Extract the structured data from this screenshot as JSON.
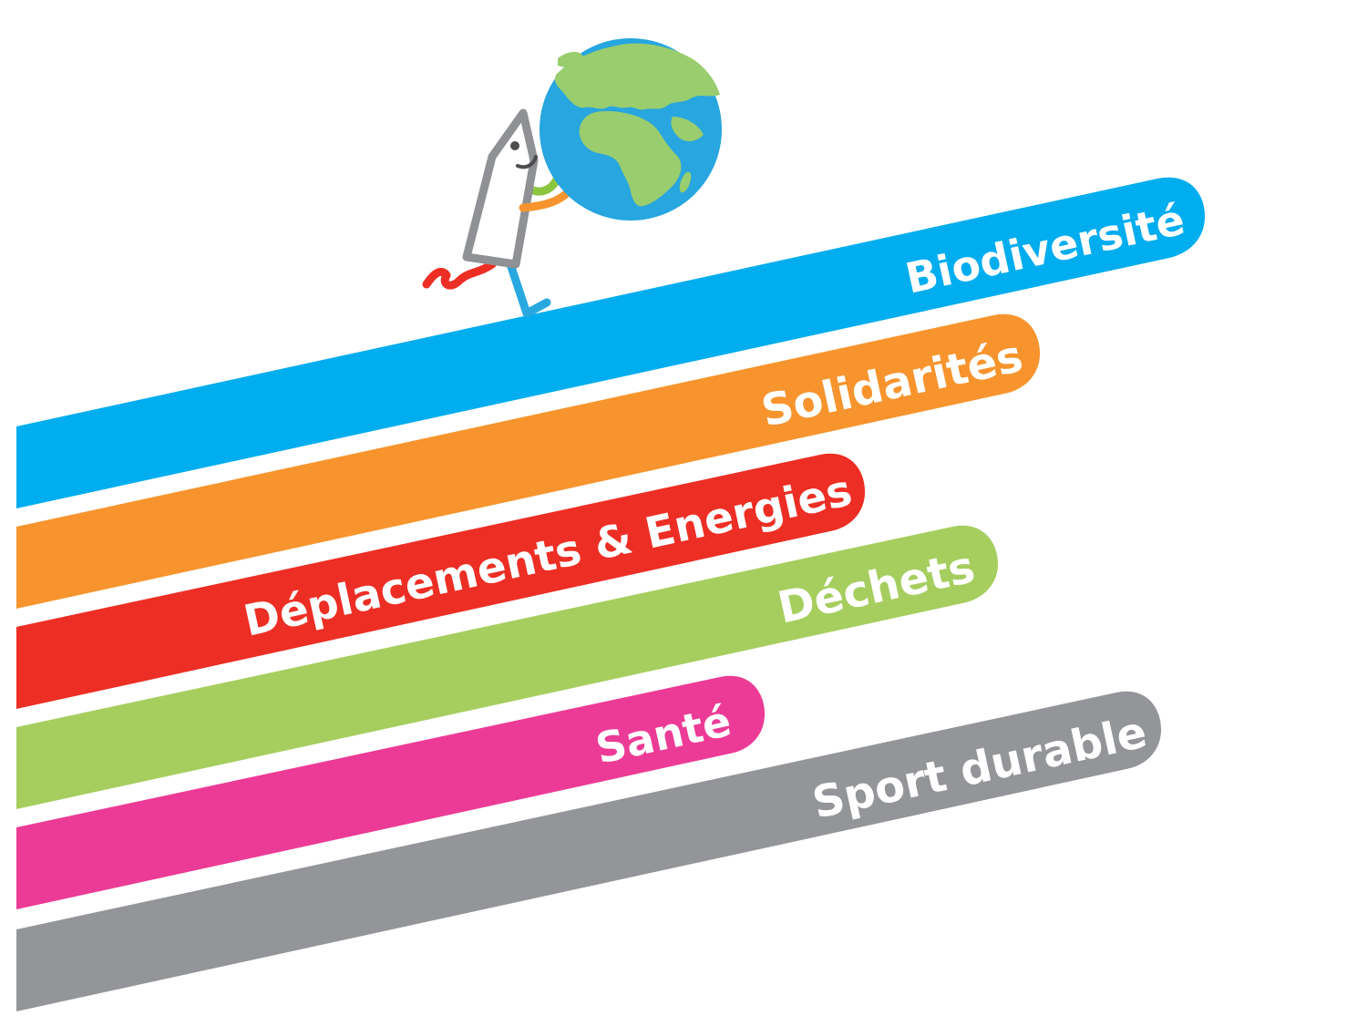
{
  "bands": [
    {
      "id": "biodiversite",
      "label": "Biodiversité",
      "color": "#00adef"
    },
    {
      "id": "solidarites",
      "label": "Solidarités",
      "color": "#f7942d"
    },
    {
      "id": "deplacements",
      "label": "Déplacements & Energies",
      "color": "#ed2e24"
    },
    {
      "id": "dechets",
      "label": "Déchets",
      "color": "#a6ce5f"
    },
    {
      "id": "sante",
      "label": "Santé",
      "color": "#ec3b96"
    },
    {
      "id": "sport",
      "label": "Sport durable",
      "color": "#939598"
    }
  ],
  "mascot": {
    "body_color": "#8f9194",
    "leg_color": "#29a8e0",
    "shoe_color": "#ed2e24",
    "arm_color": "#f7942d",
    "arm_back_color": "#8cc63f"
  },
  "globe": {
    "ocean_color": "#27a6df",
    "land_color": "#9acd6e"
  }
}
